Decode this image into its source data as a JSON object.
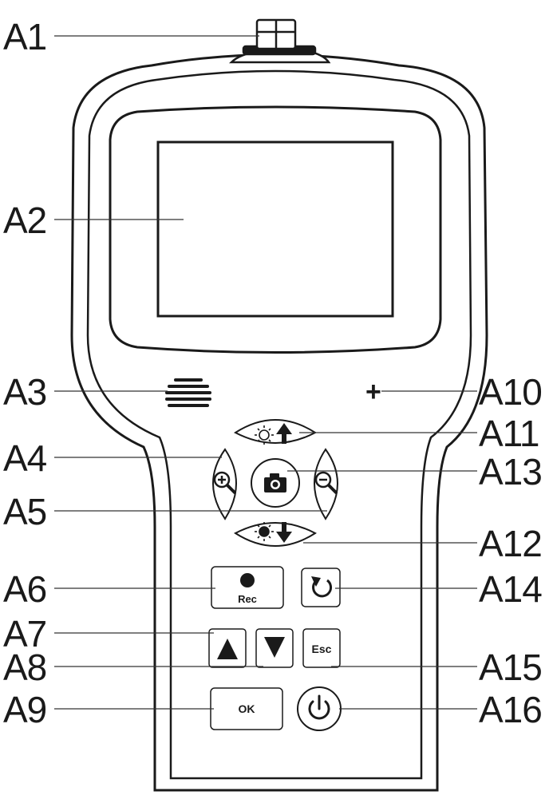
{
  "labels": {
    "a1": "A1",
    "a2": "A2",
    "a3": "A3",
    "a4": "A4",
    "a5": "A5",
    "a6": "A6",
    "a7": "A7",
    "a8": "A8",
    "a9": "A9",
    "a10": "A10",
    "a11": "A11",
    "a12": "A12",
    "a13": "A13",
    "a14": "A14",
    "a15": "A15",
    "a16": "A16"
  },
  "buttons": {
    "rec": "Rec",
    "esc": "Esc",
    "ok": "OK"
  },
  "icons": {
    "plus": "+"
  },
  "colors": {
    "stroke": "#1a1a1a",
    "background": "#ffffff"
  }
}
